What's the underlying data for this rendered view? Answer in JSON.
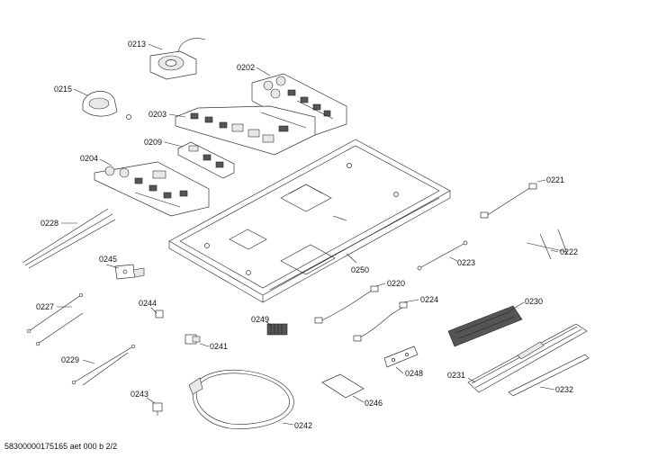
{
  "footer": "58300000175165 aet 000 b 2/2",
  "parts": {
    "p0213": "0213",
    "p0202": "0202",
    "p0215": "0215",
    "p0203": "0203",
    "p0209": "0209",
    "p0204": "0204",
    "p0221": "0221",
    "p0228": "0228",
    "p0222": "0222",
    "p0245": "0245",
    "p0250": "0250",
    "p0223": "0223",
    "p0220": "0220",
    "p0224": "0224",
    "p0230": "0230",
    "p0227": "0227",
    "p0244": "0244",
    "p0249": "0249",
    "p0241": "0241",
    "p0229": "0229",
    "p0248": "0248",
    "p0231": "0231",
    "p0232": "0232",
    "p0246": "0246",
    "p0243": "0243",
    "p0242": "0242"
  }
}
